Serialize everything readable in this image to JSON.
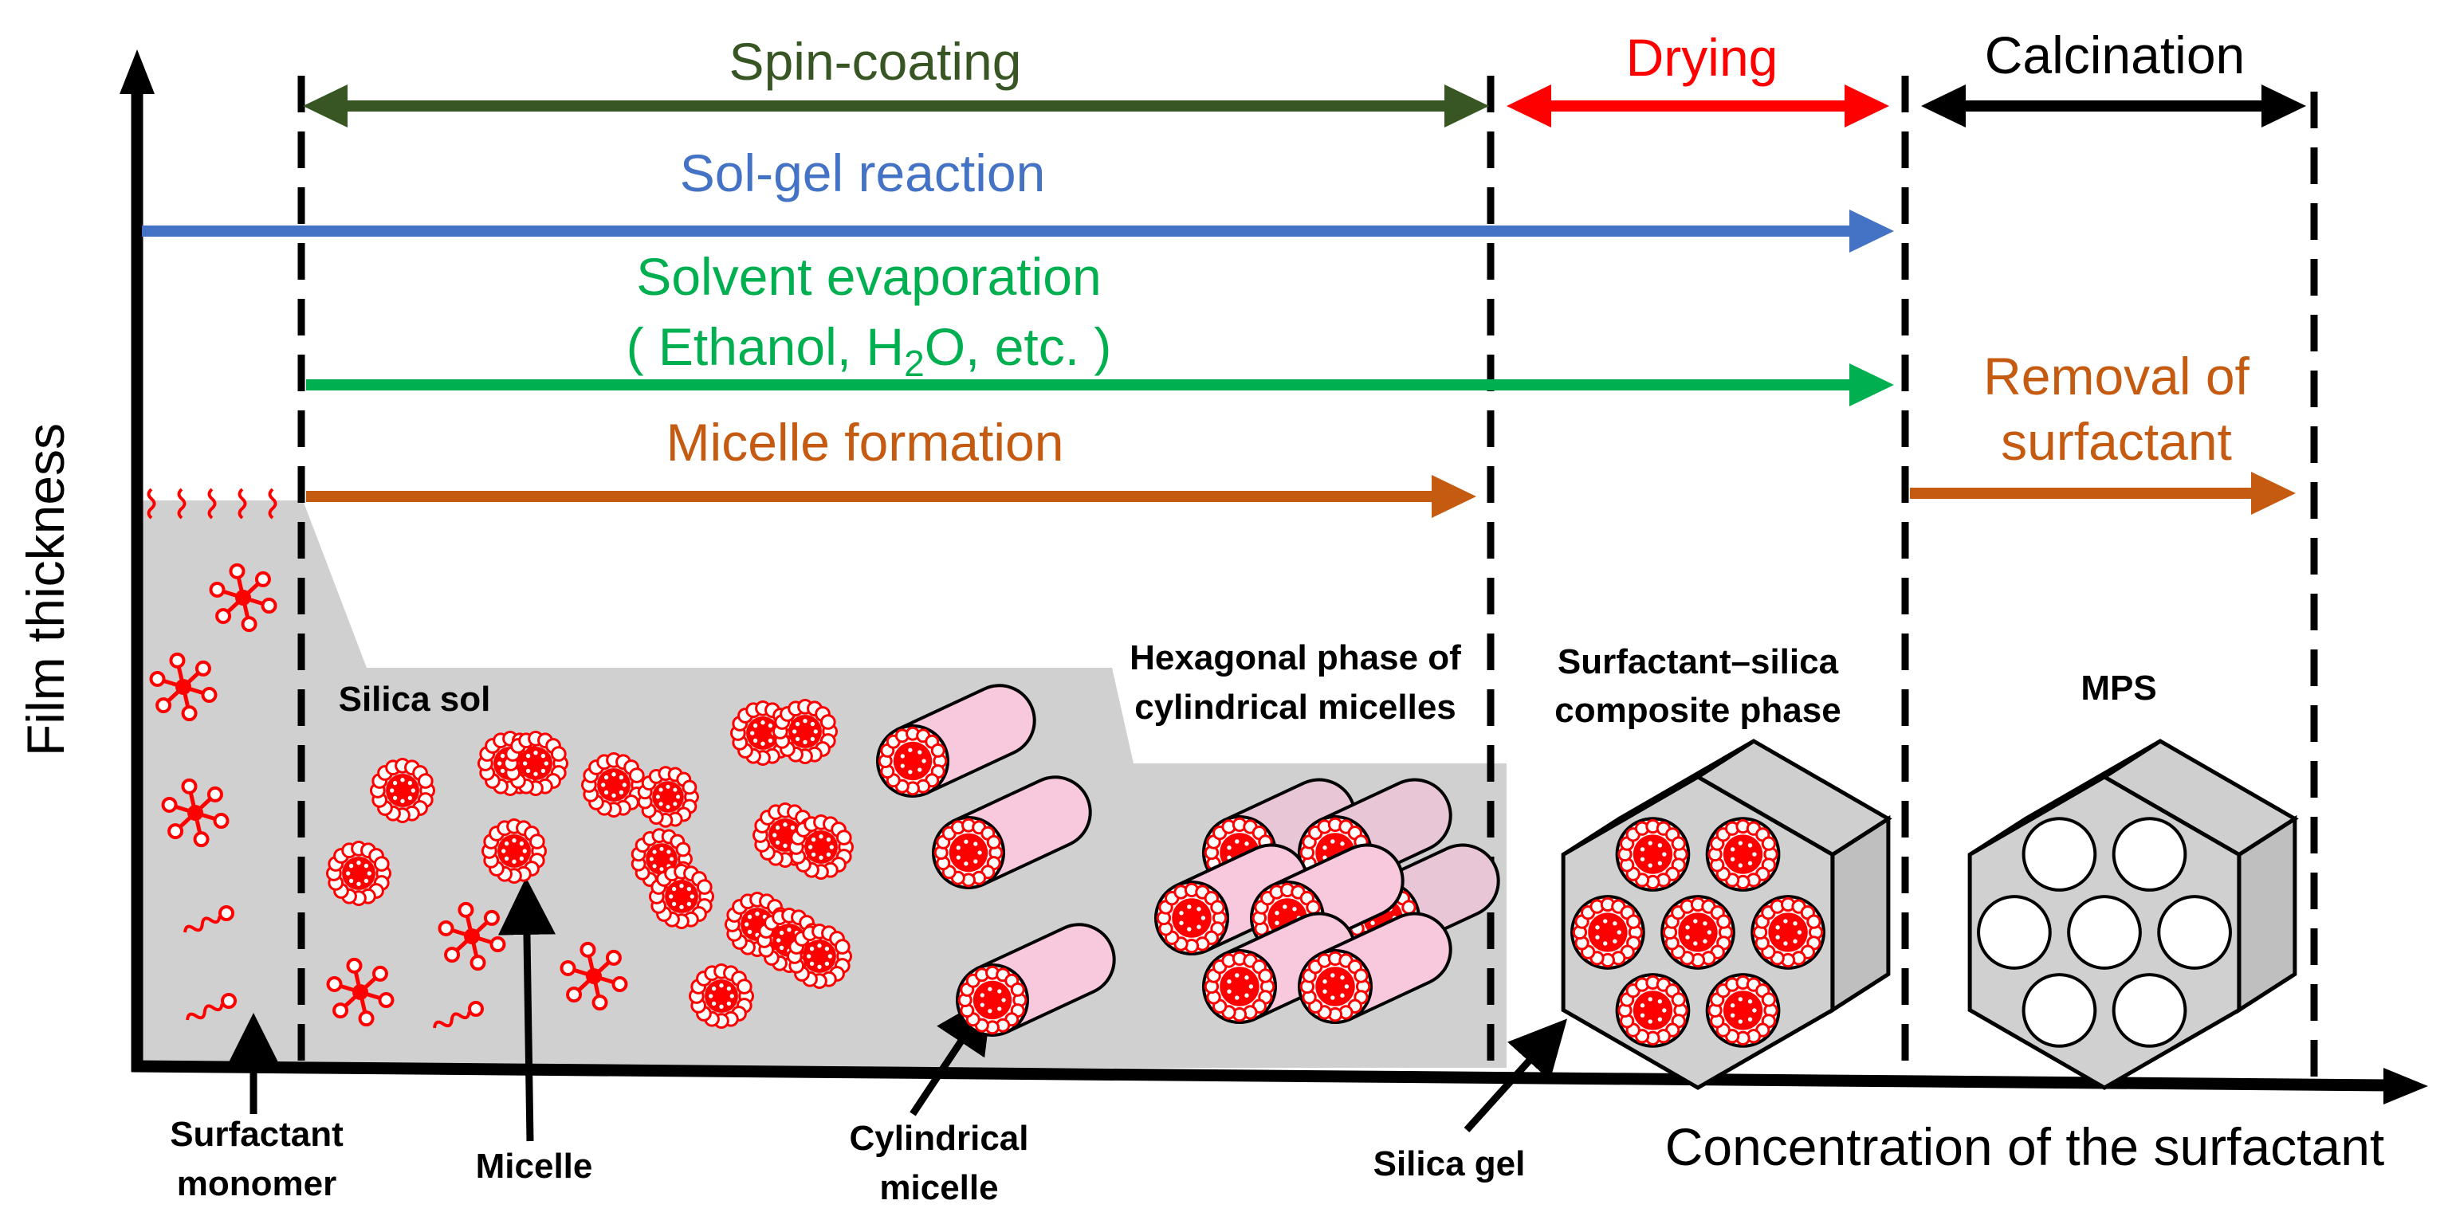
{
  "axes": {
    "y_label": "Film thickness",
    "x_label": "Concentration of the surfactant"
  },
  "stages": {
    "spin_coating": "Spin-coating",
    "drying": "Drying",
    "calcination": "Calcination"
  },
  "processes": {
    "sol_gel": "Sol-gel reaction",
    "solvent_evap_line1": "Solvent evaporation",
    "solvent_evap_line2_pre": "( Ethanol, H",
    "solvent_evap_line2_sub": "2",
    "solvent_evap_line2_post": "O, etc. )",
    "micelle_formation": "Micelle formation",
    "removal_line1": "Removal of",
    "removal_line2": "surfactant"
  },
  "regions": {
    "silica_sol": "Silica sol",
    "hex_line1": "Hexagonal phase of",
    "hex_line2": "cylindrical micelles",
    "comp_line1": "Surfactant–silica",
    "comp_line2": "composite phase",
    "mps": "MPS"
  },
  "callouts": {
    "monomer_line1": "Surfactant",
    "monomer_line2": "monomer",
    "micelle": "Micelle",
    "cyl_line1": "Cylindrical",
    "cyl_line2": "micelle",
    "silica_gel": "Silica gel"
  },
  "colors": {
    "spin_coating": "#375623",
    "drying": "#ff0000",
    "calcination": "#000000",
    "sol_gel": "#4472c4",
    "solvent_evap": "#00b050",
    "micelle_formation": "#c55a11",
    "removal": "#c55a11",
    "gray_region": "#d0d0d0",
    "micelle_red": "#ff0000",
    "cylinder_pink": "#f8c8dc"
  }
}
